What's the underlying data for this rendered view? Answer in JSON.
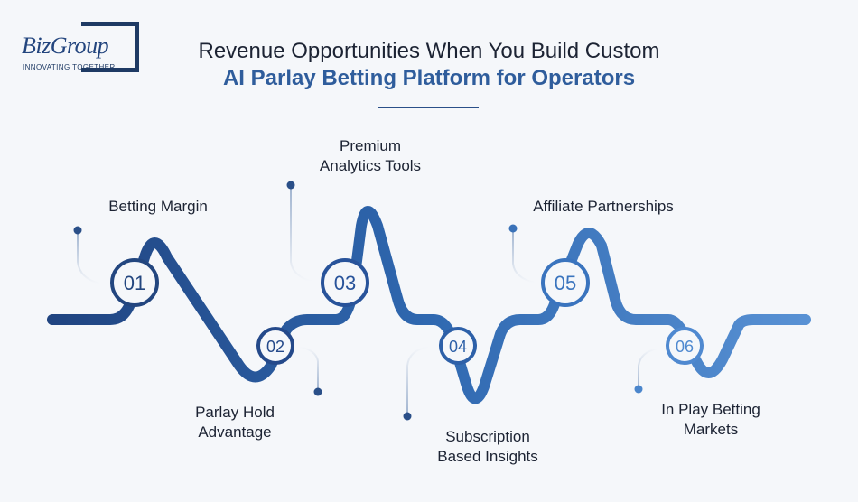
{
  "logo": {
    "name": "BizGroup",
    "tagline": "INNOVATING TOGETHER"
  },
  "title": {
    "line1": "Revenue Opportunities When You Build Custom",
    "line2": "AI Parlay Betting Platform for Operators"
  },
  "colors": {
    "dark": "#1e3f7a",
    "mid": "#2f68b0",
    "light": "#5e97d9",
    "accent": "#2f5d9c"
  },
  "steps": [
    {
      "number": "01",
      "label": [
        "Betting Margin"
      ]
    },
    {
      "number": "02",
      "label": [
        "Parlay Hold",
        "Advantage"
      ]
    },
    {
      "number": "03",
      "label": [
        "Premium",
        "Analytics Tools"
      ]
    },
    {
      "number": "04",
      "label": [
        "Subscription",
        "Based Insights"
      ]
    },
    {
      "number": "05",
      "label": [
        "Affiliate Partnerships"
      ]
    },
    {
      "number": "06",
      "label": [
        "In Play Betting",
        "Markets"
      ]
    }
  ]
}
